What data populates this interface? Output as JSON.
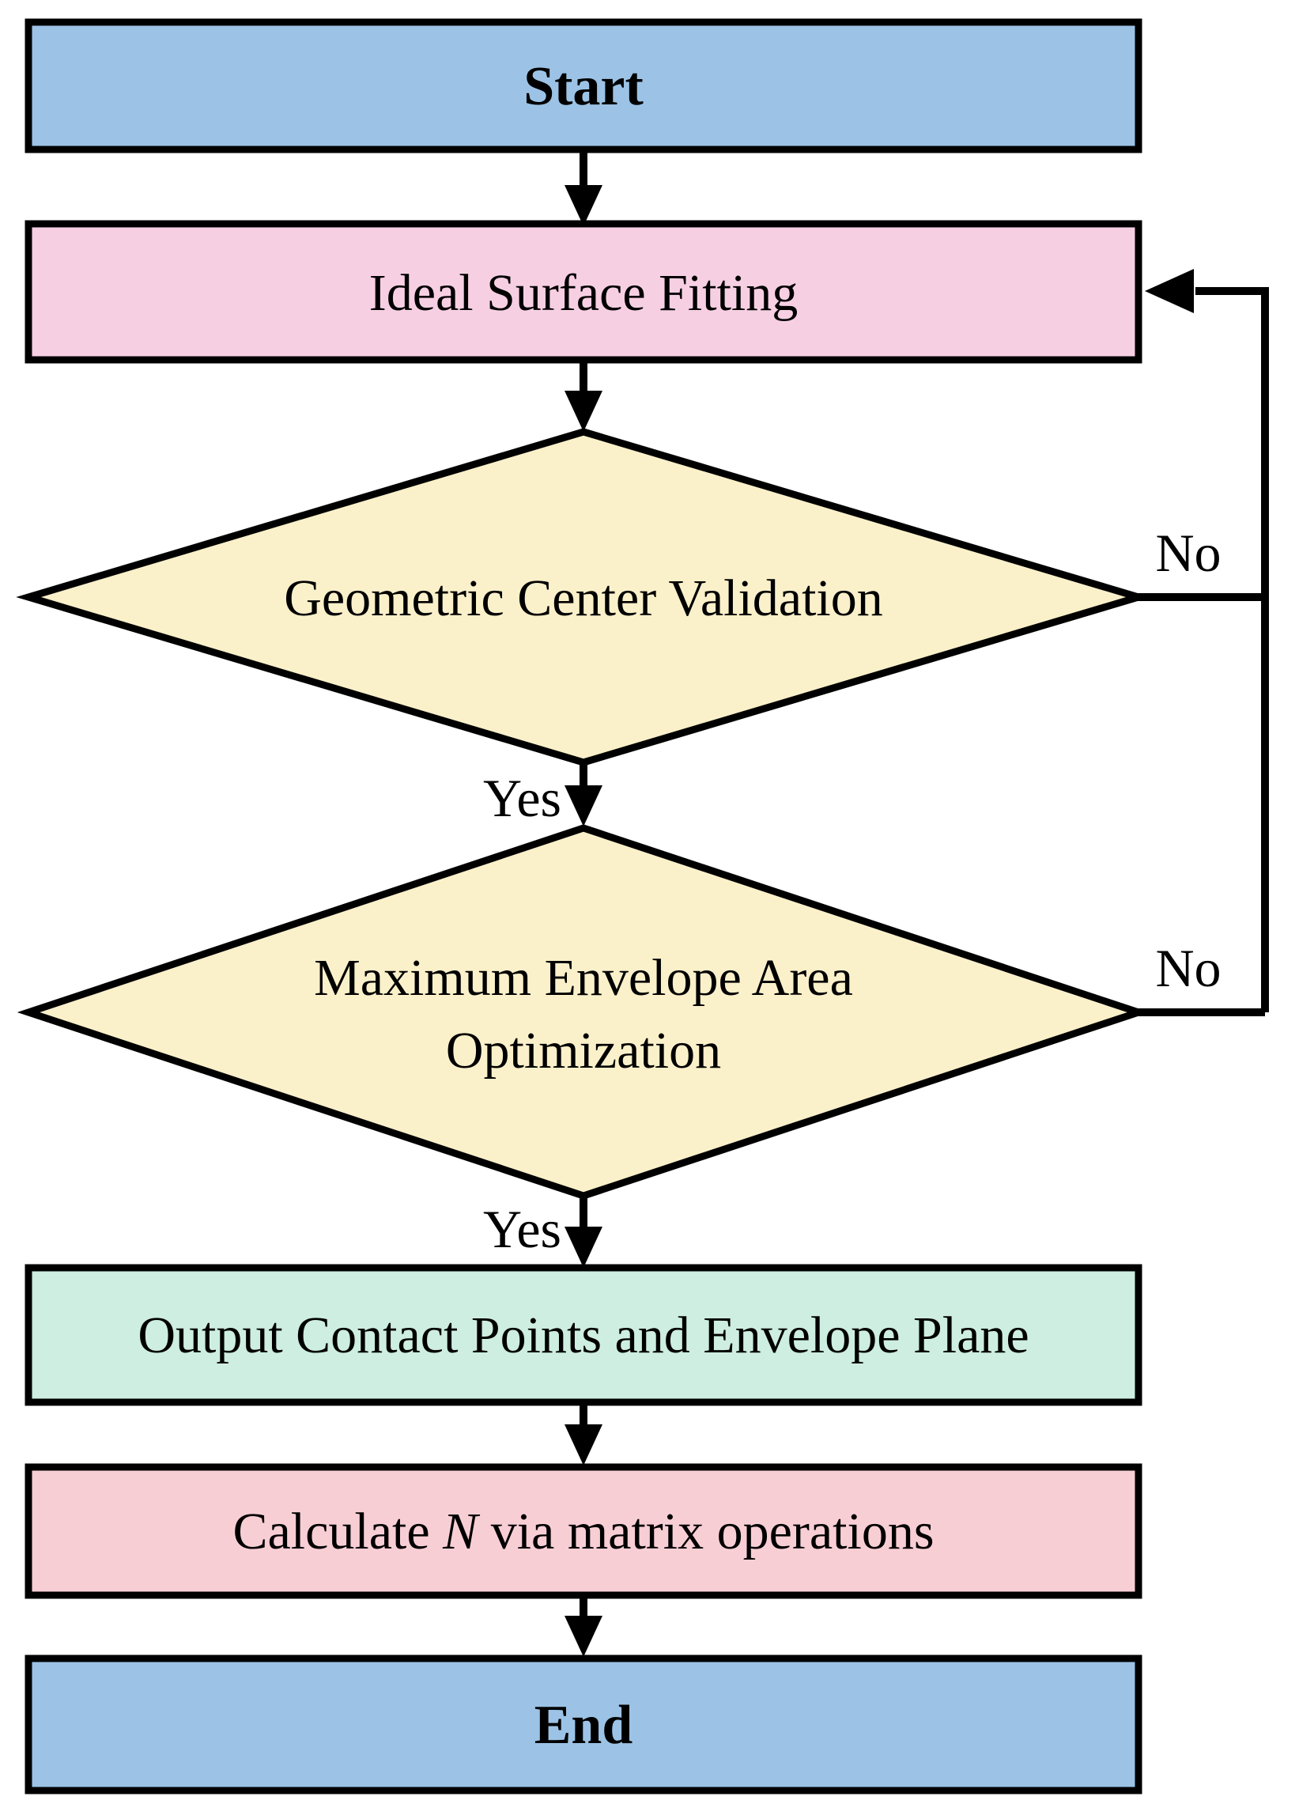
{
  "diagram": {
    "background": "#FFFFFF",
    "line_color": "#000000",
    "colors": {
      "terminator_fill": "#9CC3E6",
      "fitting_fill": "#F7CFE3",
      "decision_fill": "#FAF0CA",
      "output_fill": "#CDEEE0",
      "calc_fill": "#F8CED5"
    },
    "nodes": {
      "start": {
        "label": "Start"
      },
      "ideal_surface_fitting": {
        "label": "Ideal Surface Fitting"
      },
      "geometric_center_validation": {
        "label": "Geometric Center Validation"
      },
      "maximum_envelope_area": {
        "label_line1": "Maximum Envelope Area",
        "label_line2": "Optimization"
      },
      "output_contact_points": {
        "label": "Output Contact Points and Envelope Plane"
      },
      "calculate_n": {
        "label_prefix": "Calculate ",
        "label_var": "N",
        "label_suffix": " via matrix operations"
      },
      "end": {
        "label": "End"
      }
    },
    "edge_labels": {
      "validation_yes": "Yes",
      "validation_no": "No",
      "optimization_yes": "Yes",
      "optimization_no": "No"
    }
  }
}
